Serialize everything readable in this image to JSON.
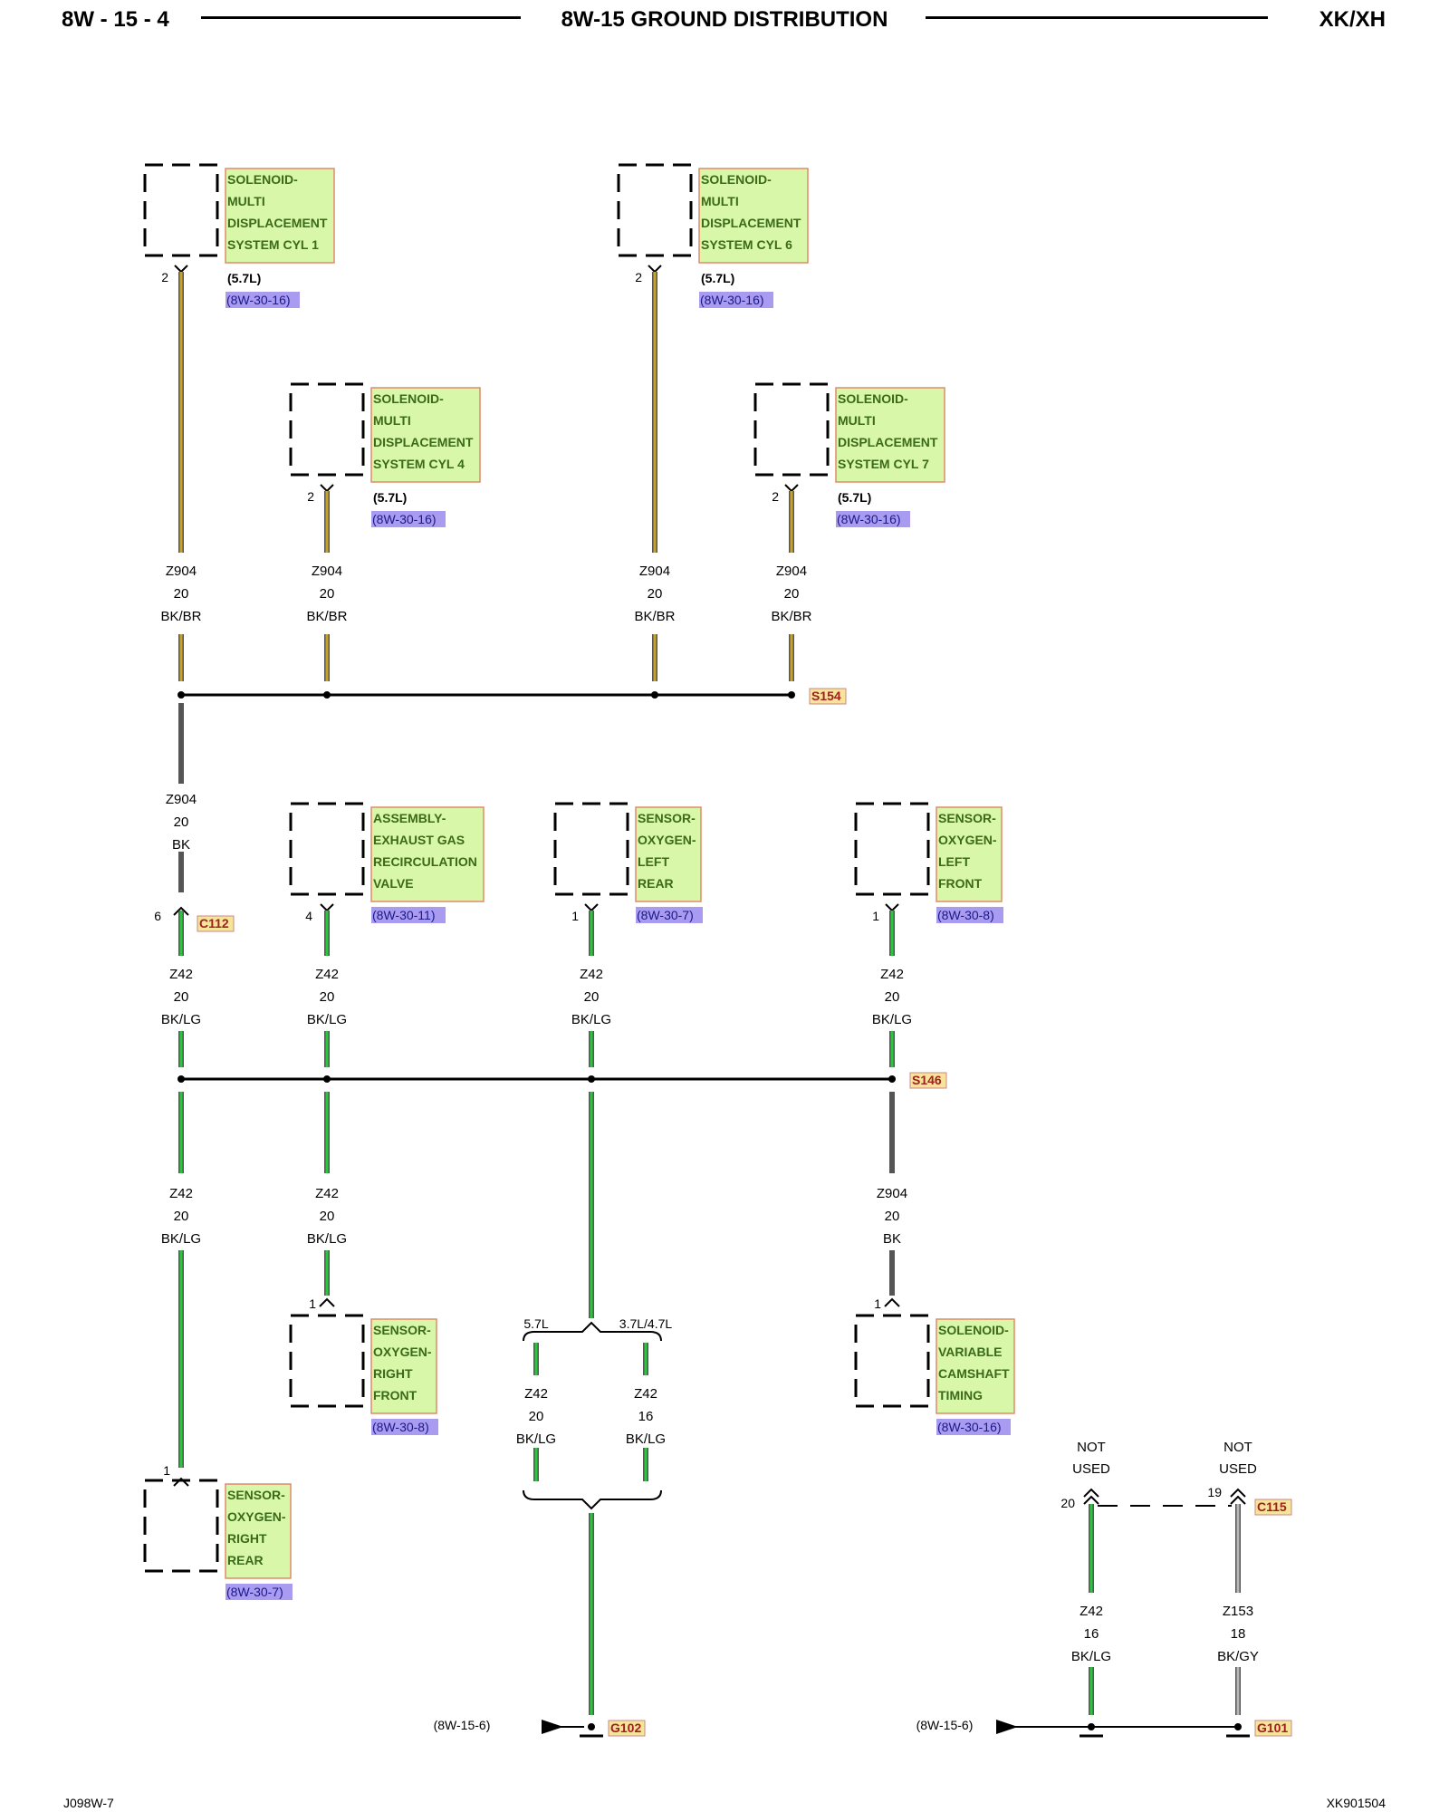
{
  "header": {
    "page_id": "8W - 15 - 4",
    "title": "8W-15 GROUND DISTRIBUTION",
    "model": "XK/XH"
  },
  "footer": {
    "left_code": "J098W-7",
    "right_code": "XK901504"
  },
  "colors": {
    "wire_bk_br_core": "#c9a227",
    "wire_bk_lg_core": "#28c83c",
    "wire_bk_gy_core": "#b8b8b8",
    "wire_dark": "#555555",
    "label_fill": "#d9f7a8",
    "label_border": "#e08a6a",
    "label_text": "#3a6a1a",
    "ref_fill": "#a99bf0",
    "splice_fill": "#f5e49a"
  },
  "components": [
    {
      "id": "cyl1",
      "lines": [
        "SOLENOID-",
        "MULTI",
        "DISPLACEMENT",
        "SYSTEM CYL 1"
      ],
      "note": "(5.7L)",
      "ref": "(8W-30-16)",
      "pin": "2"
    },
    {
      "id": "cyl6",
      "lines": [
        "SOLENOID-",
        "MULTI",
        "DISPLACEMENT",
        "SYSTEM CYL 6"
      ],
      "note": "(5.7L)",
      "ref": "(8W-30-16)",
      "pin": "2"
    },
    {
      "id": "cyl4",
      "lines": [
        "SOLENOID-",
        "MULTI",
        "DISPLACEMENT",
        "SYSTEM CYL 4"
      ],
      "note": "(5.7L)",
      "ref": "(8W-30-16)",
      "pin": "2"
    },
    {
      "id": "cyl7",
      "lines": [
        "SOLENOID-",
        "MULTI",
        "DISPLACEMENT",
        "SYSTEM CYL 7"
      ],
      "note": "(5.7L)",
      "ref": "(8W-30-16)",
      "pin": "2"
    },
    {
      "id": "egr",
      "lines": [
        "ASSEMBLY-",
        "EXHAUST GAS",
        "RECIRCULATION",
        "VALVE"
      ],
      "note": "",
      "ref": "(8W-30-11)",
      "pin": "4"
    },
    {
      "id": "o2lr",
      "lines": [
        "SENSOR-",
        "OXYGEN-",
        "LEFT",
        "REAR"
      ],
      "note": "",
      "ref": "(8W-30-7)",
      "pin": "1"
    },
    {
      "id": "o2lf",
      "lines": [
        "SENSOR-",
        "OXYGEN-",
        "LEFT",
        "FRONT"
      ],
      "note": "",
      "ref": "(8W-30-8)",
      "pin": "1"
    },
    {
      "id": "o2rf",
      "lines": [
        "SENSOR-",
        "OXYGEN-",
        "RIGHT",
        "FRONT"
      ],
      "note": "",
      "ref": "(8W-30-8)",
      "pin": "1"
    },
    {
      "id": "vct",
      "lines": [
        "SOLENOID-",
        "VARIABLE",
        "CAMSHAFT",
        "TIMING"
      ],
      "note": "",
      "ref": "(8W-30-16)",
      "pin": "1"
    },
    {
      "id": "o2rr",
      "lines": [
        "SENSOR-",
        "OXYGEN-",
        "RIGHT",
        "REAR"
      ],
      "note": "",
      "ref": "(8W-30-7)",
      "pin": "1"
    }
  ],
  "wire_labels": [
    {
      "id": "w1",
      "lines": [
        "Z904",
        "20",
        "BK/BR"
      ]
    },
    {
      "id": "w2",
      "lines": [
        "Z904",
        "20",
        "BK/BR"
      ]
    },
    {
      "id": "w3",
      "lines": [
        "Z904",
        "20",
        "BK/BR"
      ]
    },
    {
      "id": "w4",
      "lines": [
        "Z904",
        "20",
        "BK/BR"
      ]
    },
    {
      "id": "w5",
      "lines": [
        "Z904",
        "20",
        "BK"
      ]
    },
    {
      "id": "w6",
      "lines": [
        "Z42",
        "20",
        "BK/LG"
      ]
    },
    {
      "id": "w7",
      "lines": [
        "Z42",
        "20",
        "BK/LG"
      ]
    },
    {
      "id": "w8",
      "lines": [
        "Z42",
        "20",
        "BK/LG"
      ]
    },
    {
      "id": "w9",
      "lines": [
        "Z42",
        "20",
        "BK/LG"
      ]
    },
    {
      "id": "w10",
      "lines": [
        "Z42",
        "20",
        "BK/LG"
      ]
    },
    {
      "id": "w11",
      "lines": [
        "Z42",
        "20",
        "BK/LG"
      ]
    },
    {
      "id": "w12",
      "lines": [
        "Z904",
        "20",
        "BK"
      ]
    },
    {
      "id": "w13",
      "lines": [
        "Z42",
        "20",
        "BK/LG"
      ]
    },
    {
      "id": "w14",
      "lines": [
        "Z42",
        "16",
        "BK/LG"
      ]
    },
    {
      "id": "w15",
      "lines": [
        "Z42",
        "16",
        "BK/LG"
      ]
    },
    {
      "id": "w16",
      "lines": [
        "Z153",
        "18",
        "BK/GY"
      ]
    }
  ],
  "splices": [
    {
      "id": "s154",
      "label": "S154"
    },
    {
      "id": "s146",
      "label": "S146"
    }
  ],
  "connectors": [
    {
      "id": "c112",
      "label": "C112",
      "pin": "6"
    },
    {
      "id": "c115",
      "label": "C115",
      "pin_left": "20",
      "pin_right": "19",
      "not_used_left": [
        "NOT",
        "USED"
      ],
      "not_used_right": [
        "NOT",
        "USED"
      ]
    }
  ],
  "engine_split": {
    "left": "5.7L",
    "right": "3.7L/4.7L"
  },
  "grounds": [
    {
      "id": "g102",
      "label": "G102",
      "ref": "(8W-15-6)"
    },
    {
      "id": "g101",
      "label": "G101",
      "ref": "(8W-15-6)"
    }
  ]
}
